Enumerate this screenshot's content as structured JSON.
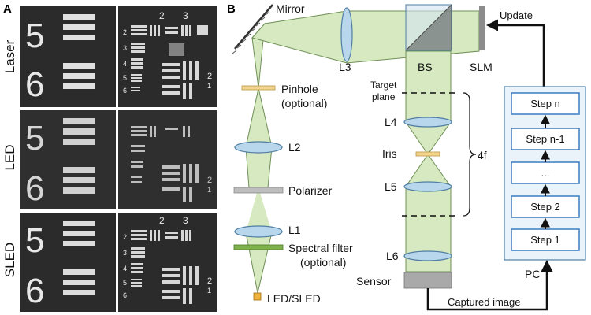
{
  "panels": {
    "a_letter": "A",
    "b_letter": "B"
  },
  "rows": [
    "Laser",
    "LED",
    "SLED"
  ],
  "chart_digits": {
    "big_top": "5",
    "big_bottom": "6",
    "small_2": "2",
    "small_3": "3",
    "g1": "1",
    "g2": "2",
    "g3": "3",
    "g4": "4",
    "g5": "5",
    "g6": "6",
    "side_2": "2",
    "side_1": "1"
  },
  "labels": {
    "mirror": "Mirror",
    "l3": "L3",
    "bs": "BS",
    "slm": "SLM",
    "update": "Update",
    "pinhole": "Pinhole",
    "pinhole_opt": "(optional)",
    "target": "Target",
    "plane": "plane",
    "l4": "L4",
    "iris": "Iris",
    "fourf": "4f",
    "l2": "L2",
    "l5": "L5",
    "polarizer": "Polarizer",
    "l1": "L1",
    "spectral": "Spectral filter",
    "spectral_opt": "(optional)",
    "l6": "L6",
    "sensor": "Sensor",
    "source": "LED/SLED",
    "captured": "Captured image",
    "pc": "PC"
  },
  "steps": [
    "Step n",
    "Step n-1",
    "...",
    "Step 2",
    "Step 1"
  ],
  "colors": {
    "beam_fill": "#d6e9c0",
    "beam_stroke": "#6f8f55",
    "lens_fill": "#b9d7ec",
    "lens_stroke": "#4f7ea3",
    "pinhole": "#f4d58d",
    "polarizer": "#bdbdbd",
    "spectral": "#7fb24a",
    "sensor": "#a9a9a9",
    "slm": "#8c8c8c",
    "bs_fill": "#d3e4f1",
    "source": "#f2b33d",
    "step_border": "#3a7cc0",
    "pc_fill": "#eaf2fa"
  }
}
